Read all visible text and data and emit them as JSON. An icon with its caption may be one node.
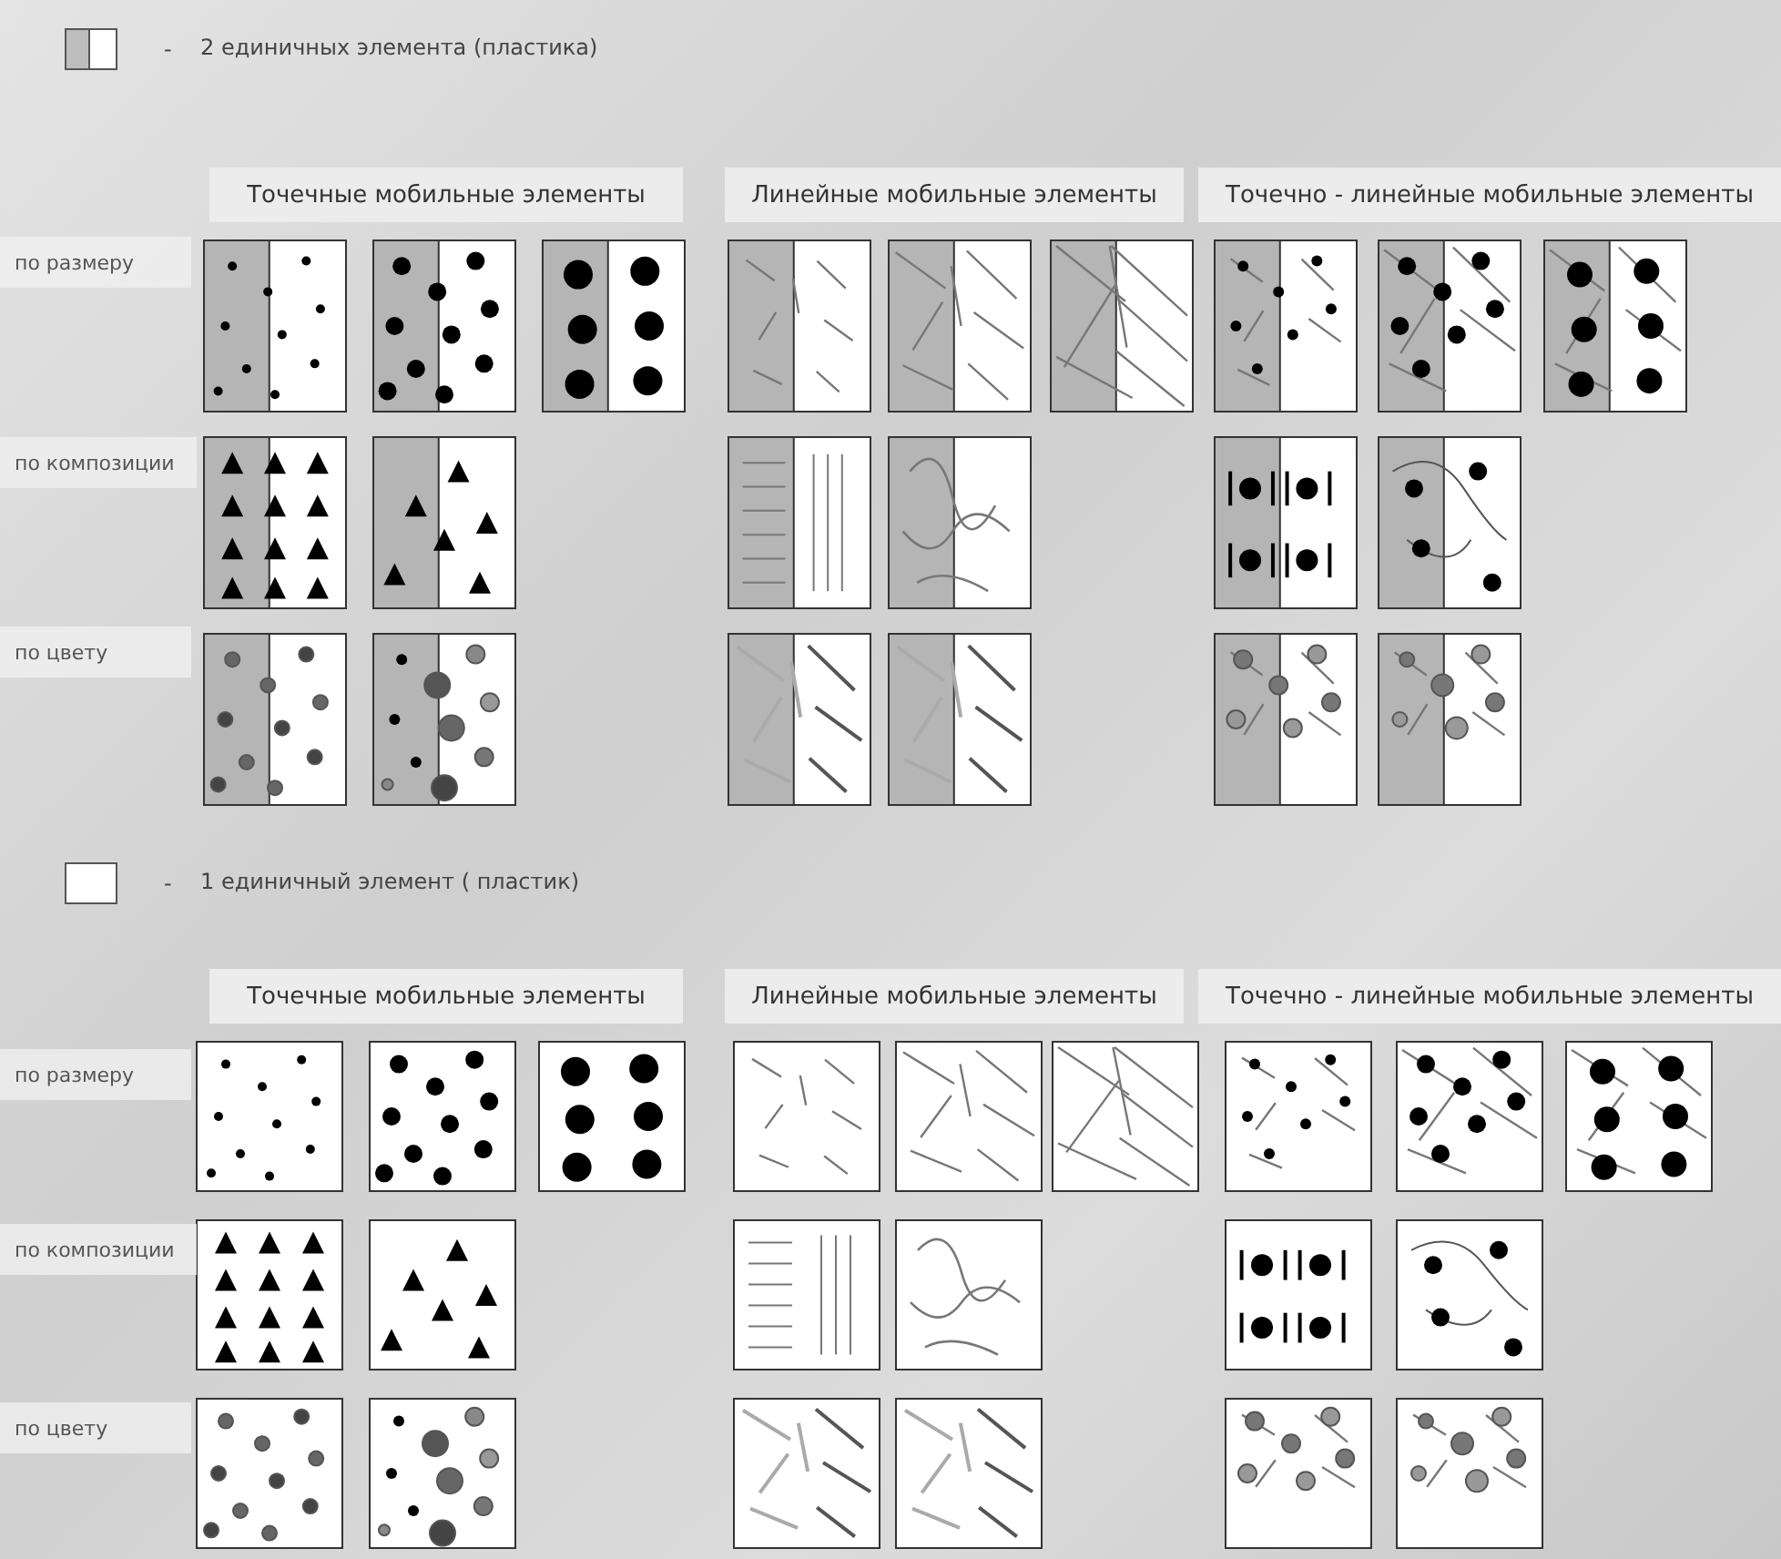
{
  "diagram": {
    "nodes": [
      {
        "text": [
          "Точечные мобильные элементы"
        ]
      },
      {
        "text": [
          "Линейные мобильные элементы"
        ]
      },
      {
        "text": [
          "Точечно - линейные мобильные элементы"
        ]
      },
      {
        "text": [
          "по размеру"
        ]
      },
      {
        "text": [
          "по композиции"
        ]
      },
      {
        "text": [
          "по цвету"
        ]
      },
      {
        "text": [
          "Точечные мобильные элементы"
        ]
      },
      {
        "text": [
          "Линейные мобильные элементы"
        ]
      },
      {
        "text": [
          "Точечно - линейные мобильные элементы"
        ]
      },
      {
        "text": [
          "по размеру"
        ]
      },
      {
        "text": [
          "по композиции"
        ]
      },
      {
        "text": [
          "по цвету"
        ]
      }
    ],
    "labels": [
      "-",
      "-"
    ],
    "legend": [
      {
        "text": "2 единичных элемента (пластика)"
      },
      {
        "text": "1 единичный элемент ( пластик)"
      }
    ]
  }
}
